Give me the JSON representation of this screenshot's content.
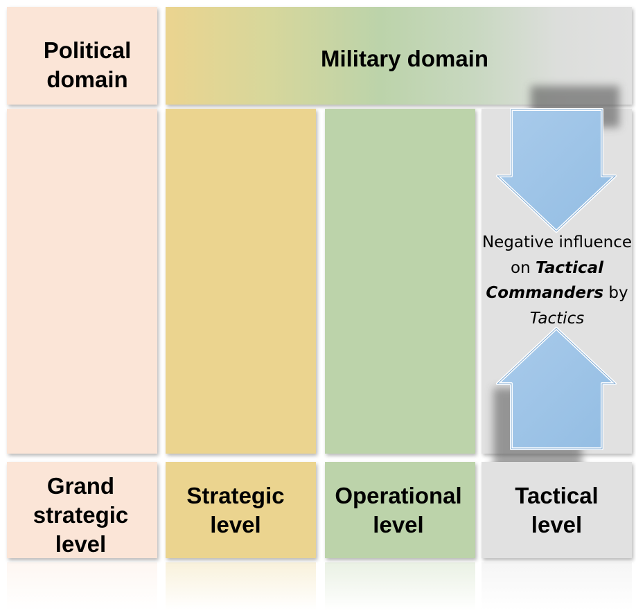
{
  "header": {
    "political_domain": [
      "Political",
      "domain"
    ],
    "military_domain": "Military domain"
  },
  "levels": {
    "grand_strategic": [
      "Grand",
      "strategic",
      "level"
    ],
    "strategic": [
      "Strategic",
      "level"
    ],
    "operational": [
      "Operational",
      "level"
    ],
    "tactical": [
      "Tactical",
      "level"
    ]
  },
  "annotation": {
    "line1": "Negative influence",
    "line2_prefix": "on ",
    "line2_emphasis": "Tactical",
    "line3_emphasis": "Commanders",
    "line3_suffix": " by",
    "line4_emphasis": "Tactics"
  },
  "colors": {
    "political": "#fbe5d7",
    "strategic": "#ebd48f",
    "operational": "#bcd3aa",
    "tactical": "#e1e1e1",
    "arrow": "#9dc3e6"
  },
  "icons": {
    "top_arrow": "down-arrow-icon",
    "bottom_arrow": "up-arrow-icon"
  }
}
